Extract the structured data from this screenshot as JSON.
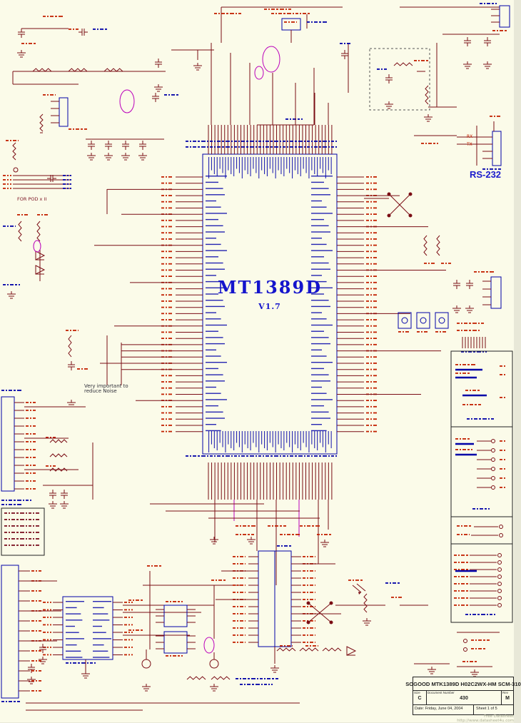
{
  "chip": {
    "part_number": "MT1389D",
    "version": "V1.7"
  },
  "annotations": {
    "noise_note": "Very important to reduce Noise",
    "pod_note": "FOR POD x II",
    "rs232_label": "RS-232",
    "rx_label": "RX",
    "tx_label": "TX"
  },
  "title_block": {
    "title": "SOGOOD MTK1389D H02C2WX-HM SCM-310",
    "size_label": "Size",
    "size_value": "C",
    "doc_label": "Document Number",
    "doc_value": "430",
    "rev_label": "Rev",
    "rev_value": "M",
    "date_label": "Date:",
    "date_value": "Friday, June 04, 2004",
    "sheet_label": "Sheet",
    "sheet_value": "1",
    "of_label": "of",
    "total_sheets": "5"
  },
  "watermark": "Free Datasheet http://www.datasheet4u.com",
  "colors": {
    "background": "#fbfbe9",
    "wire": "#7a0c14",
    "pin_label": "#c22000",
    "component_blue": "#0000a8",
    "accent_magenta": "#bb00bb",
    "chip_text": "#1414cc"
  }
}
